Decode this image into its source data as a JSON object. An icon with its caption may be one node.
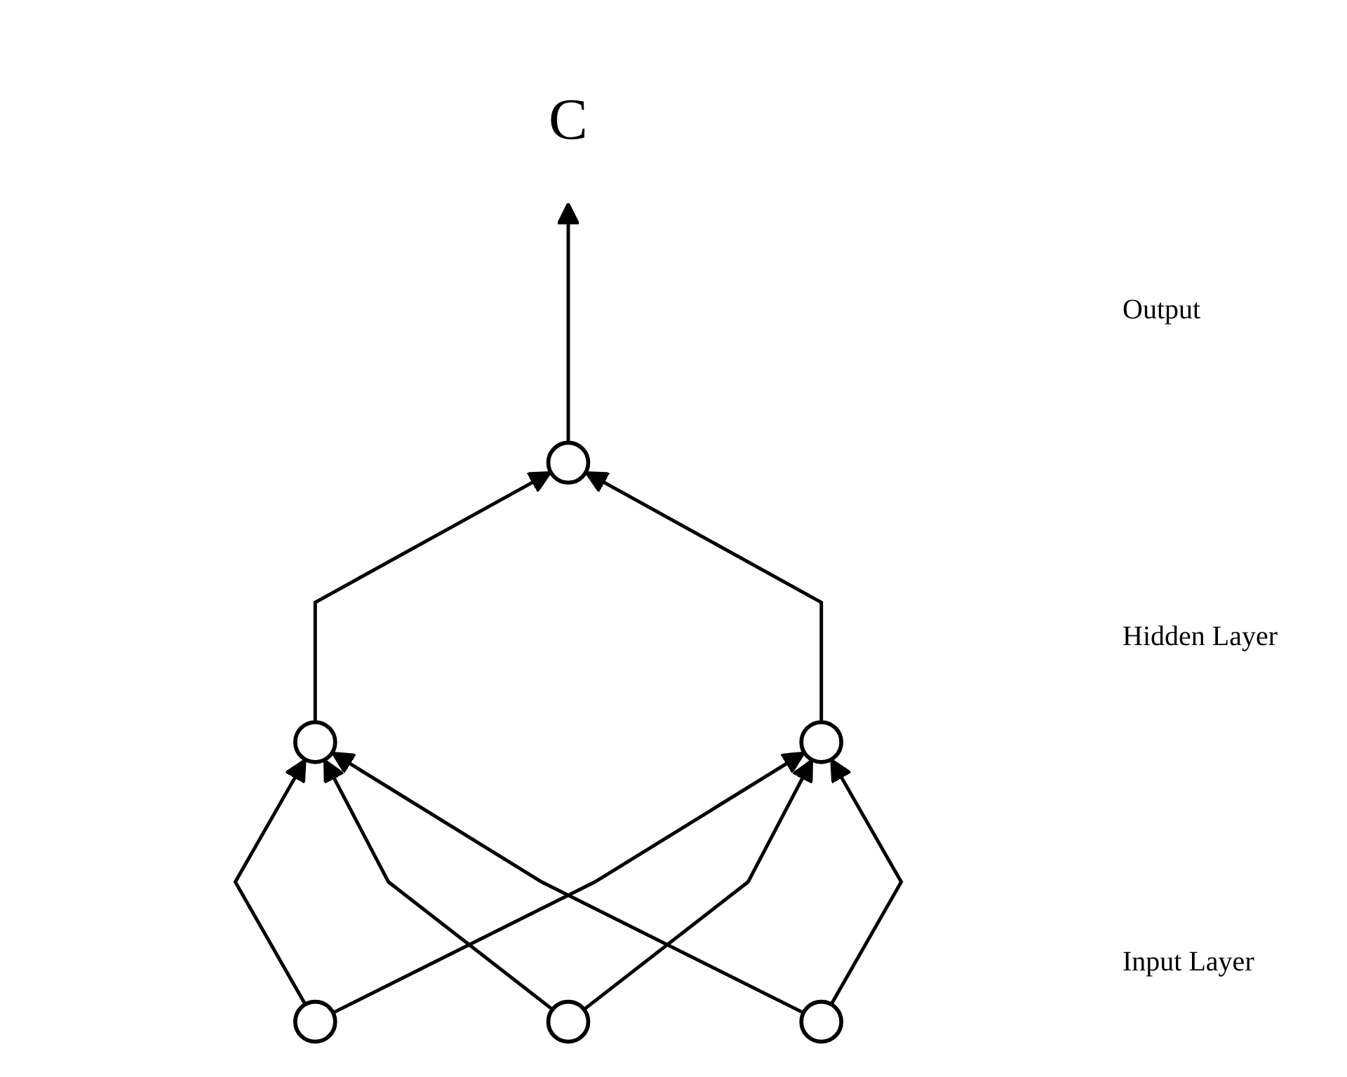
{
  "diagram": {
    "nodes": [
      {
        "text": [
          "C"
        ]
      },
      {
        "text": [],
        "shape": "circle"
      },
      {
        "text": [],
        "shape": "circle"
      },
      {
        "text": [],
        "shape": "circle"
      },
      {
        "text": [],
        "shape": "circle"
      },
      {
        "text": [],
        "shape": "circle"
      },
      {
        "text": [],
        "shape": "circle"
      }
    ],
    "edges": [
      {
        "from": 1,
        "to": 0,
        "arrow": "to"
      },
      {
        "from": 2,
        "to": 1,
        "arrow": "to"
      },
      {
        "from": 3,
        "to": 1,
        "arrow": "to"
      },
      {
        "from": 4,
        "to": 2,
        "arrow": "to"
      },
      {
        "from": 4,
        "to": 3,
        "arrow": "to"
      },
      {
        "from": 5,
        "to": 2,
        "arrow": "to"
      },
      {
        "from": 5,
        "to": 3,
        "arrow": "to"
      },
      {
        "from": 6,
        "to": 2,
        "arrow": "to"
      },
      {
        "from": 6,
        "to": 3,
        "arrow": "to"
      }
    ],
    "labels": [
      "Output",
      "Hidden Layer",
      "Input Layer"
    ]
  }
}
